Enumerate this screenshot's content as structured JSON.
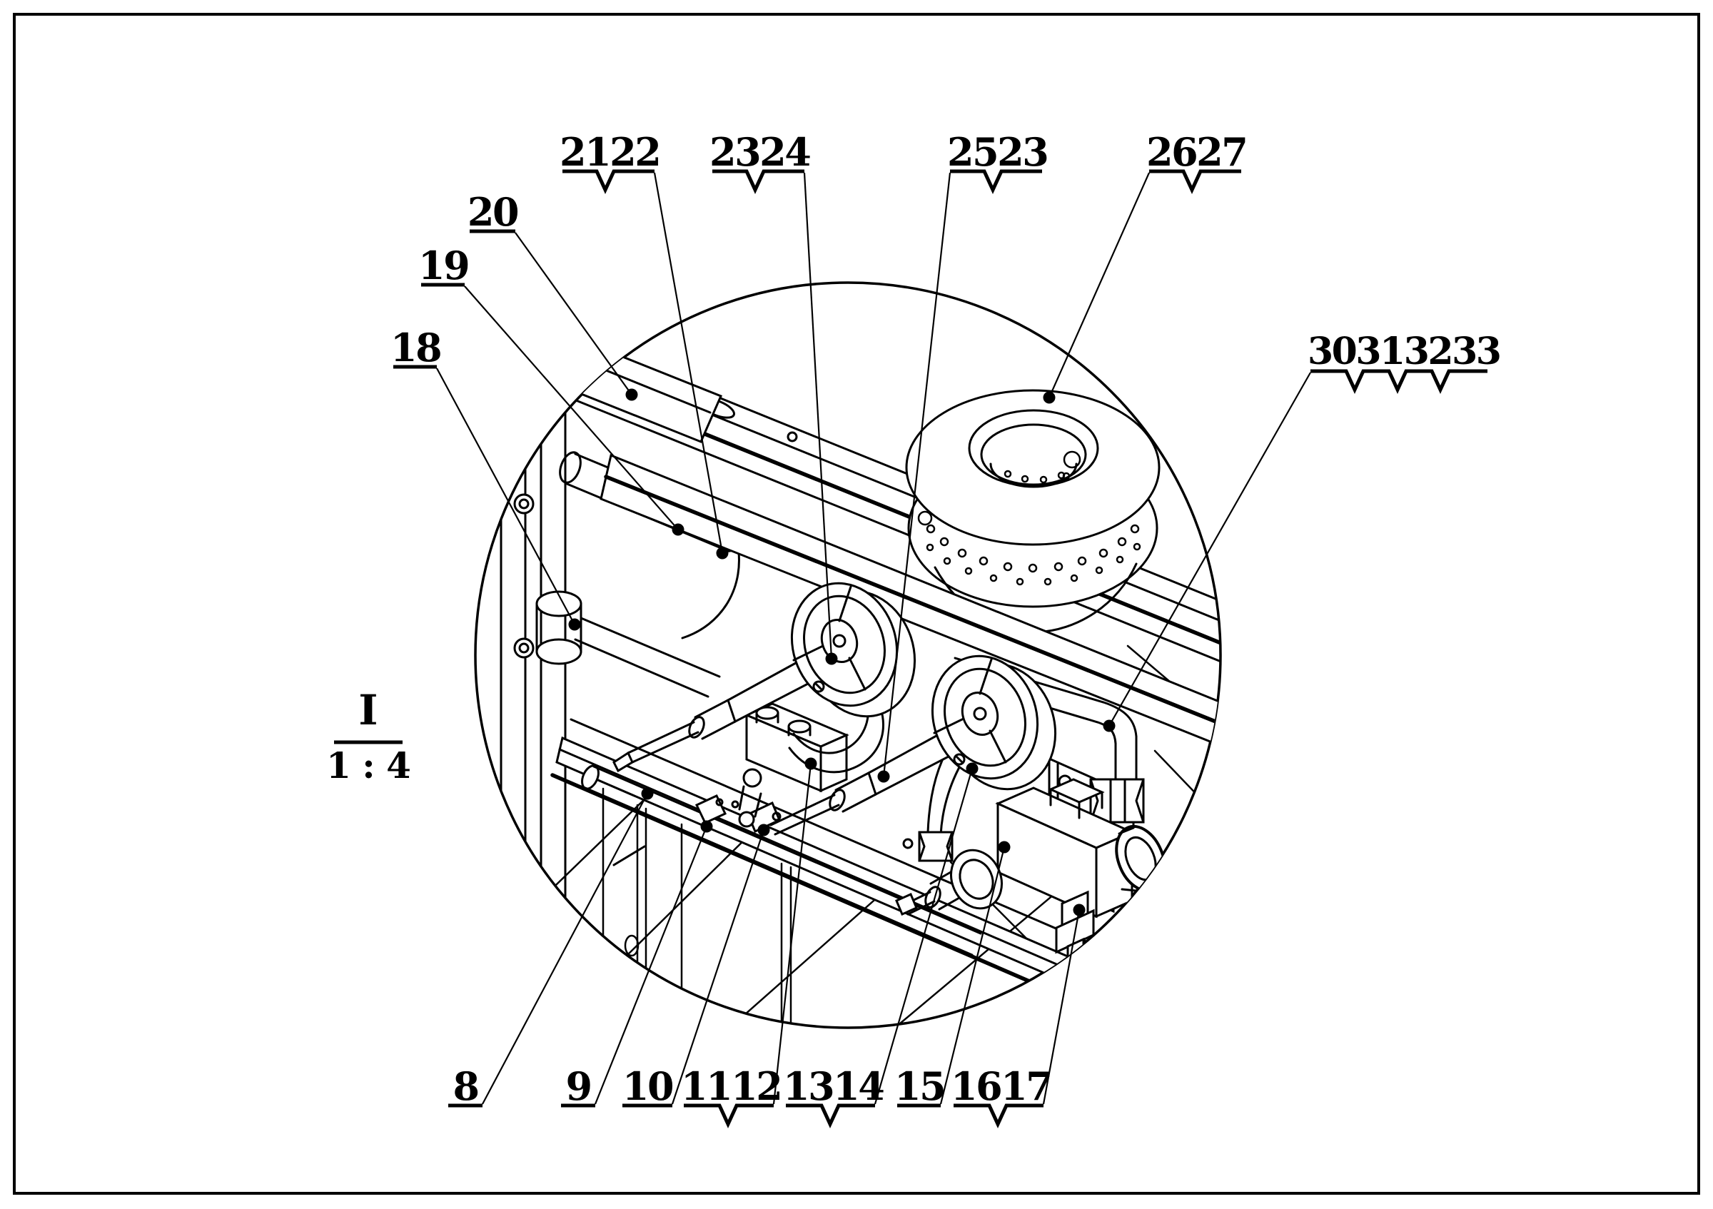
{
  "page": {
    "background": "#ffffff",
    "ink": "#000000"
  },
  "drawing": {
    "kind": "patent-mechanical-detail-view",
    "subject": "gas-burner-and-valve-assembly",
    "detail_view": {
      "id": "I",
      "scale": "1 : 4"
    },
    "labels": {
      "n8": "8",
      "n9": "9",
      "n10": "10",
      "n1112": "1112",
      "n1314": "1314",
      "n15": "15",
      "n1617": "1617",
      "n18": "18",
      "n19": "19",
      "n20": "20",
      "n2122": "2122",
      "n2324": "2324",
      "n2523": "2523",
      "n2627": "2627",
      "n30313233": "30313233"
    }
  }
}
